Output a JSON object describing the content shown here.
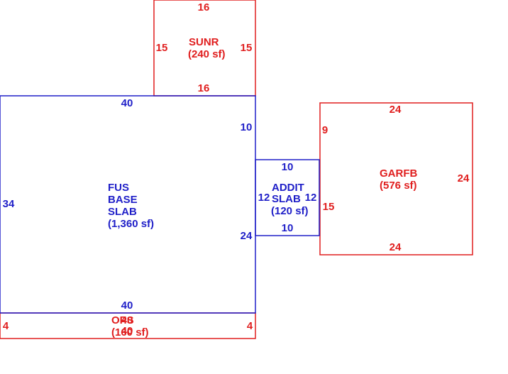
{
  "colors": {
    "blue": "#1f1fc8",
    "red": "#e01e1e",
    "background": "#ffffff"
  },
  "areas": {
    "sunr": {
      "name": "SUNR",
      "area": "(240 sf)",
      "top": "16",
      "bottom": "16",
      "left": "15",
      "right": "15"
    },
    "fus_base_slab": {
      "line1": "FUS",
      "line2": "BASE",
      "line3": "SLAB",
      "area": "(1,360 sf)",
      "top": "40",
      "bottom": "40",
      "left": "34",
      "right_upper": "10",
      "right_lower": "24"
    },
    "addit_slab": {
      "line1": "ADDIT",
      "line2": "SLAB",
      "area": "(120 sf)",
      "top": "10",
      "bottom": "10",
      "left": "12",
      "right": "12"
    },
    "garfb": {
      "name": "GARFB",
      "area": "(576 sf)",
      "top": "24",
      "bottom": "24",
      "left_upper": "9",
      "left_lower": "15",
      "right": "24"
    },
    "ops": {
      "name": "OPS",
      "area": "(160 sf)",
      "top": "40",
      "bottom": "40",
      "left": "4",
      "right": "4"
    }
  }
}
